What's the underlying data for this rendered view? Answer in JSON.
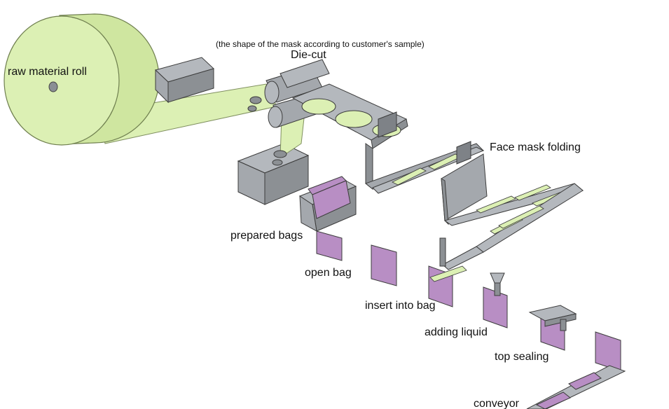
{
  "labels": {
    "raw_material_roll": "raw material roll",
    "die_cut_note": "(the shape of the mask according to customer's sample)",
    "die_cut": "Die-cut",
    "face_mask_folding": "Face mask folding",
    "prepared_bags": "prepared bags",
    "open_bag": "open bag",
    "insert_into_bag": "insert into bag",
    "adding_liquid": "adding liquid",
    "top_sealing": "top sealing",
    "conveyor": "conveyor"
  },
  "colors": {
    "material": "#dcf0b4",
    "material_edge": "#7f8f5f",
    "machine": "#a4a8ad",
    "machine_dark": "#8c9094",
    "machine_edge": "#3c3c3c",
    "bag": "#b88ec4",
    "bag_edge": "#3c3c3c"
  }
}
